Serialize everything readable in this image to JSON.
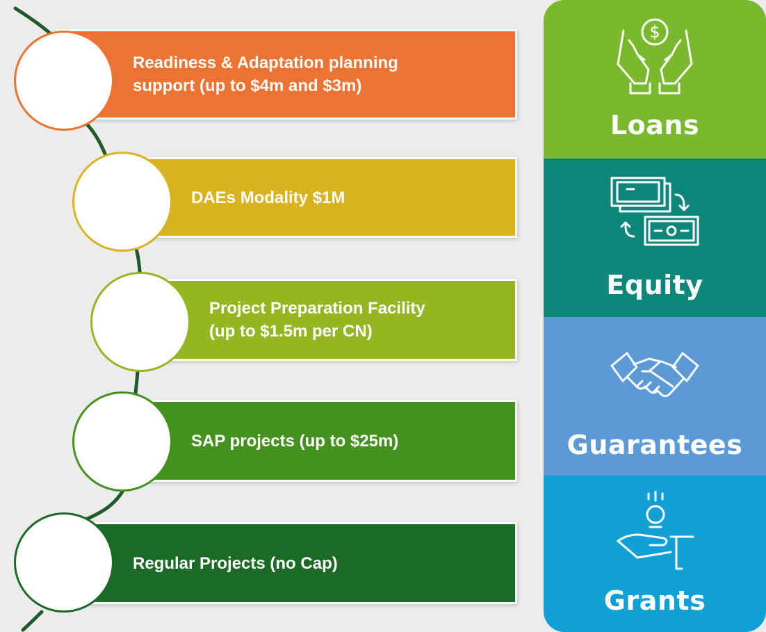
{
  "steps": [
    {
      "label_line1": "Readiness & Adaptation planning",
      "label_line2": "support (up to $4m and $3m)",
      "color": "#ec7332",
      "ring_color": "#ec7332"
    },
    {
      "label_line1": "DAEs Modality  $1M",
      "label_line2": "",
      "color": "#d8b21f",
      "ring_color": "#d8b21f"
    },
    {
      "label_line1": "Project Preparation Facility",
      "label_line2": "(up to $1.5m per CN)",
      "color": "#95b521",
      "ring_color": "#95b521"
    },
    {
      "label_line1": "SAP projects (up to $25m)",
      "label_line2": "",
      "color": "#45911f",
      "ring_color": "#45911f"
    },
    {
      "label_line1": "Regular Projects (no Cap)",
      "label_line2": "",
      "color": "#1b6a27",
      "ring_color": "#1b6a27"
    }
  ],
  "instruments": [
    {
      "label": "Loans",
      "icon": "hands-with-coin-icon",
      "color": "#7ab82e"
    },
    {
      "label": "Equity",
      "icon": "money-exchange-icon",
      "color": "#0e877a"
    },
    {
      "label": "Guarantees",
      "icon": "handshake-icon",
      "color": "#5b9ad6"
    },
    {
      "label": "Grants",
      "icon": "hand-receiving-coin-icon",
      "color": "#11a0d6"
    }
  ],
  "spine_color": "#1e5a2a"
}
